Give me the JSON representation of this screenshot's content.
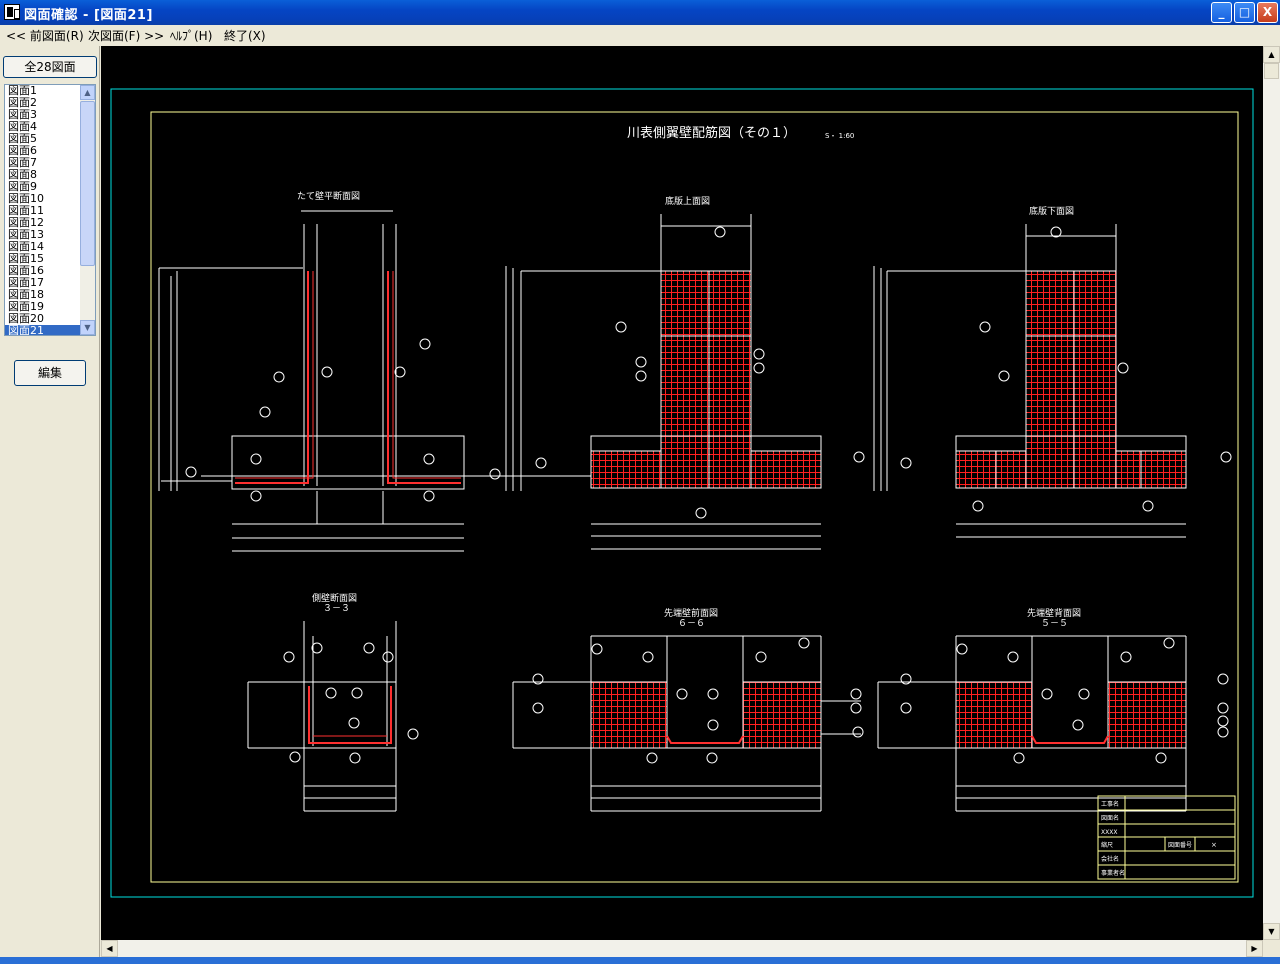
{
  "window": {
    "title": "図面確認 - [図面21]",
    "controls": {
      "minimize": "_",
      "maximize": "□",
      "close": "X"
    }
  },
  "menu": {
    "prev": "<< 前図面(R)",
    "next": "次図面(F) >>",
    "help": "ﾍﾙﾌﾟ(H)",
    "exit": "終了(X)"
  },
  "sidebar": {
    "all_button": "全28図面",
    "edit_button": "編集",
    "items": [
      "図面1",
      "図面2",
      "図面3",
      "図面4",
      "図面5",
      "図面6",
      "図面7",
      "図面8",
      "図面9",
      "図面10",
      "図面11",
      "図面12",
      "図面13",
      "図面14",
      "図面15",
      "図面16",
      "図面17",
      "図面18",
      "図面19",
      "図面20",
      "図面21"
    ],
    "selected_index": 20
  },
  "drawing": {
    "title": "川表側翼壁配筋図（その１）",
    "scale": "S・ 1:60",
    "views": {
      "plan_section": "たて壁平断面図",
      "base_top": "底版上面図",
      "base_bottom": "底版下面図",
      "side_section": "側壁断面図",
      "side_section_sub": "３－３",
      "front_section": "先端壁前面図",
      "front_section_sub": "６－６",
      "back_section": "先端壁背面図",
      "back_section_sub": "５－５"
    },
    "title_block": {
      "rows": [
        "工事名",
        "図面名",
        "XXXX",
        "縮尺",
        "会社名",
        "事業者名"
      ],
      "drawing_number_label": "図面番号",
      "drawing_number_value": "×"
    }
  },
  "colors": {
    "canvas": "#000000",
    "line": "#ffffff",
    "rebar": "#ff0000",
    "inner_frame": "#ffff99",
    "outer_frame": "#00ffff"
  }
}
